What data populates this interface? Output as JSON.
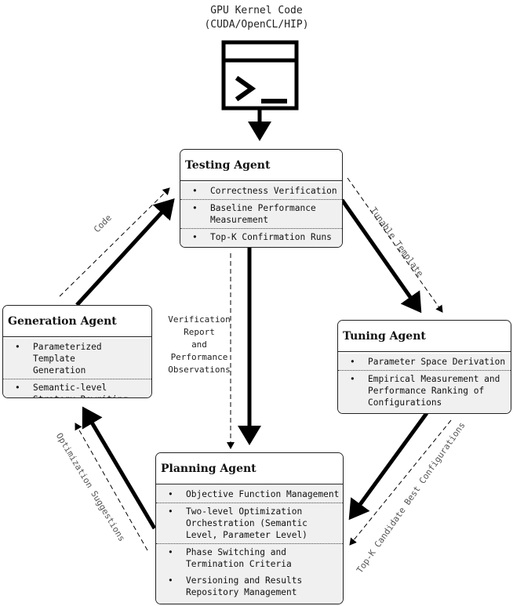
{
  "header": {
    "line1": "GPU Kernel Code",
    "line2": "(CUDA/OpenCL/HIP)",
    "icon": "terminal-icon"
  },
  "agents": {
    "testing": {
      "title": "Testing Agent",
      "items": [
        "Correctness Verification",
        "Baseline Performance\nMeasurement",
        "Top-K Confirmation Runs"
      ]
    },
    "generation": {
      "title": "Generation Agent",
      "items": [
        "Parameterized Template\nGeneration",
        "Semantic-level\nStrategy Rewriting"
      ]
    },
    "tuning": {
      "title": "Tuning Agent",
      "items": [
        "Parameter Space Derivation",
        "Empirical Measurement and\nPerformance Ranking of\nConfigurations"
      ]
    },
    "planning": {
      "title": "Planning Agent",
      "items": [
        "Objective Function Management",
        "Two-level Optimization\nOrchestration (Semantic\nLevel, Parameter Level)",
        "Phase Switching and\nTermination Criteria",
        "Versioning and Results\nRepository Management"
      ]
    }
  },
  "edges": {
    "code": "Code",
    "tunable_template": "Tunable Template",
    "verification": "Verification\nReport\nand\nPerformance\nObservations",
    "optimization_suggestions": "Optimization Suggestions",
    "top_k": "Top-K Candidate Best Configurations"
  },
  "bullet_char": "•"
}
